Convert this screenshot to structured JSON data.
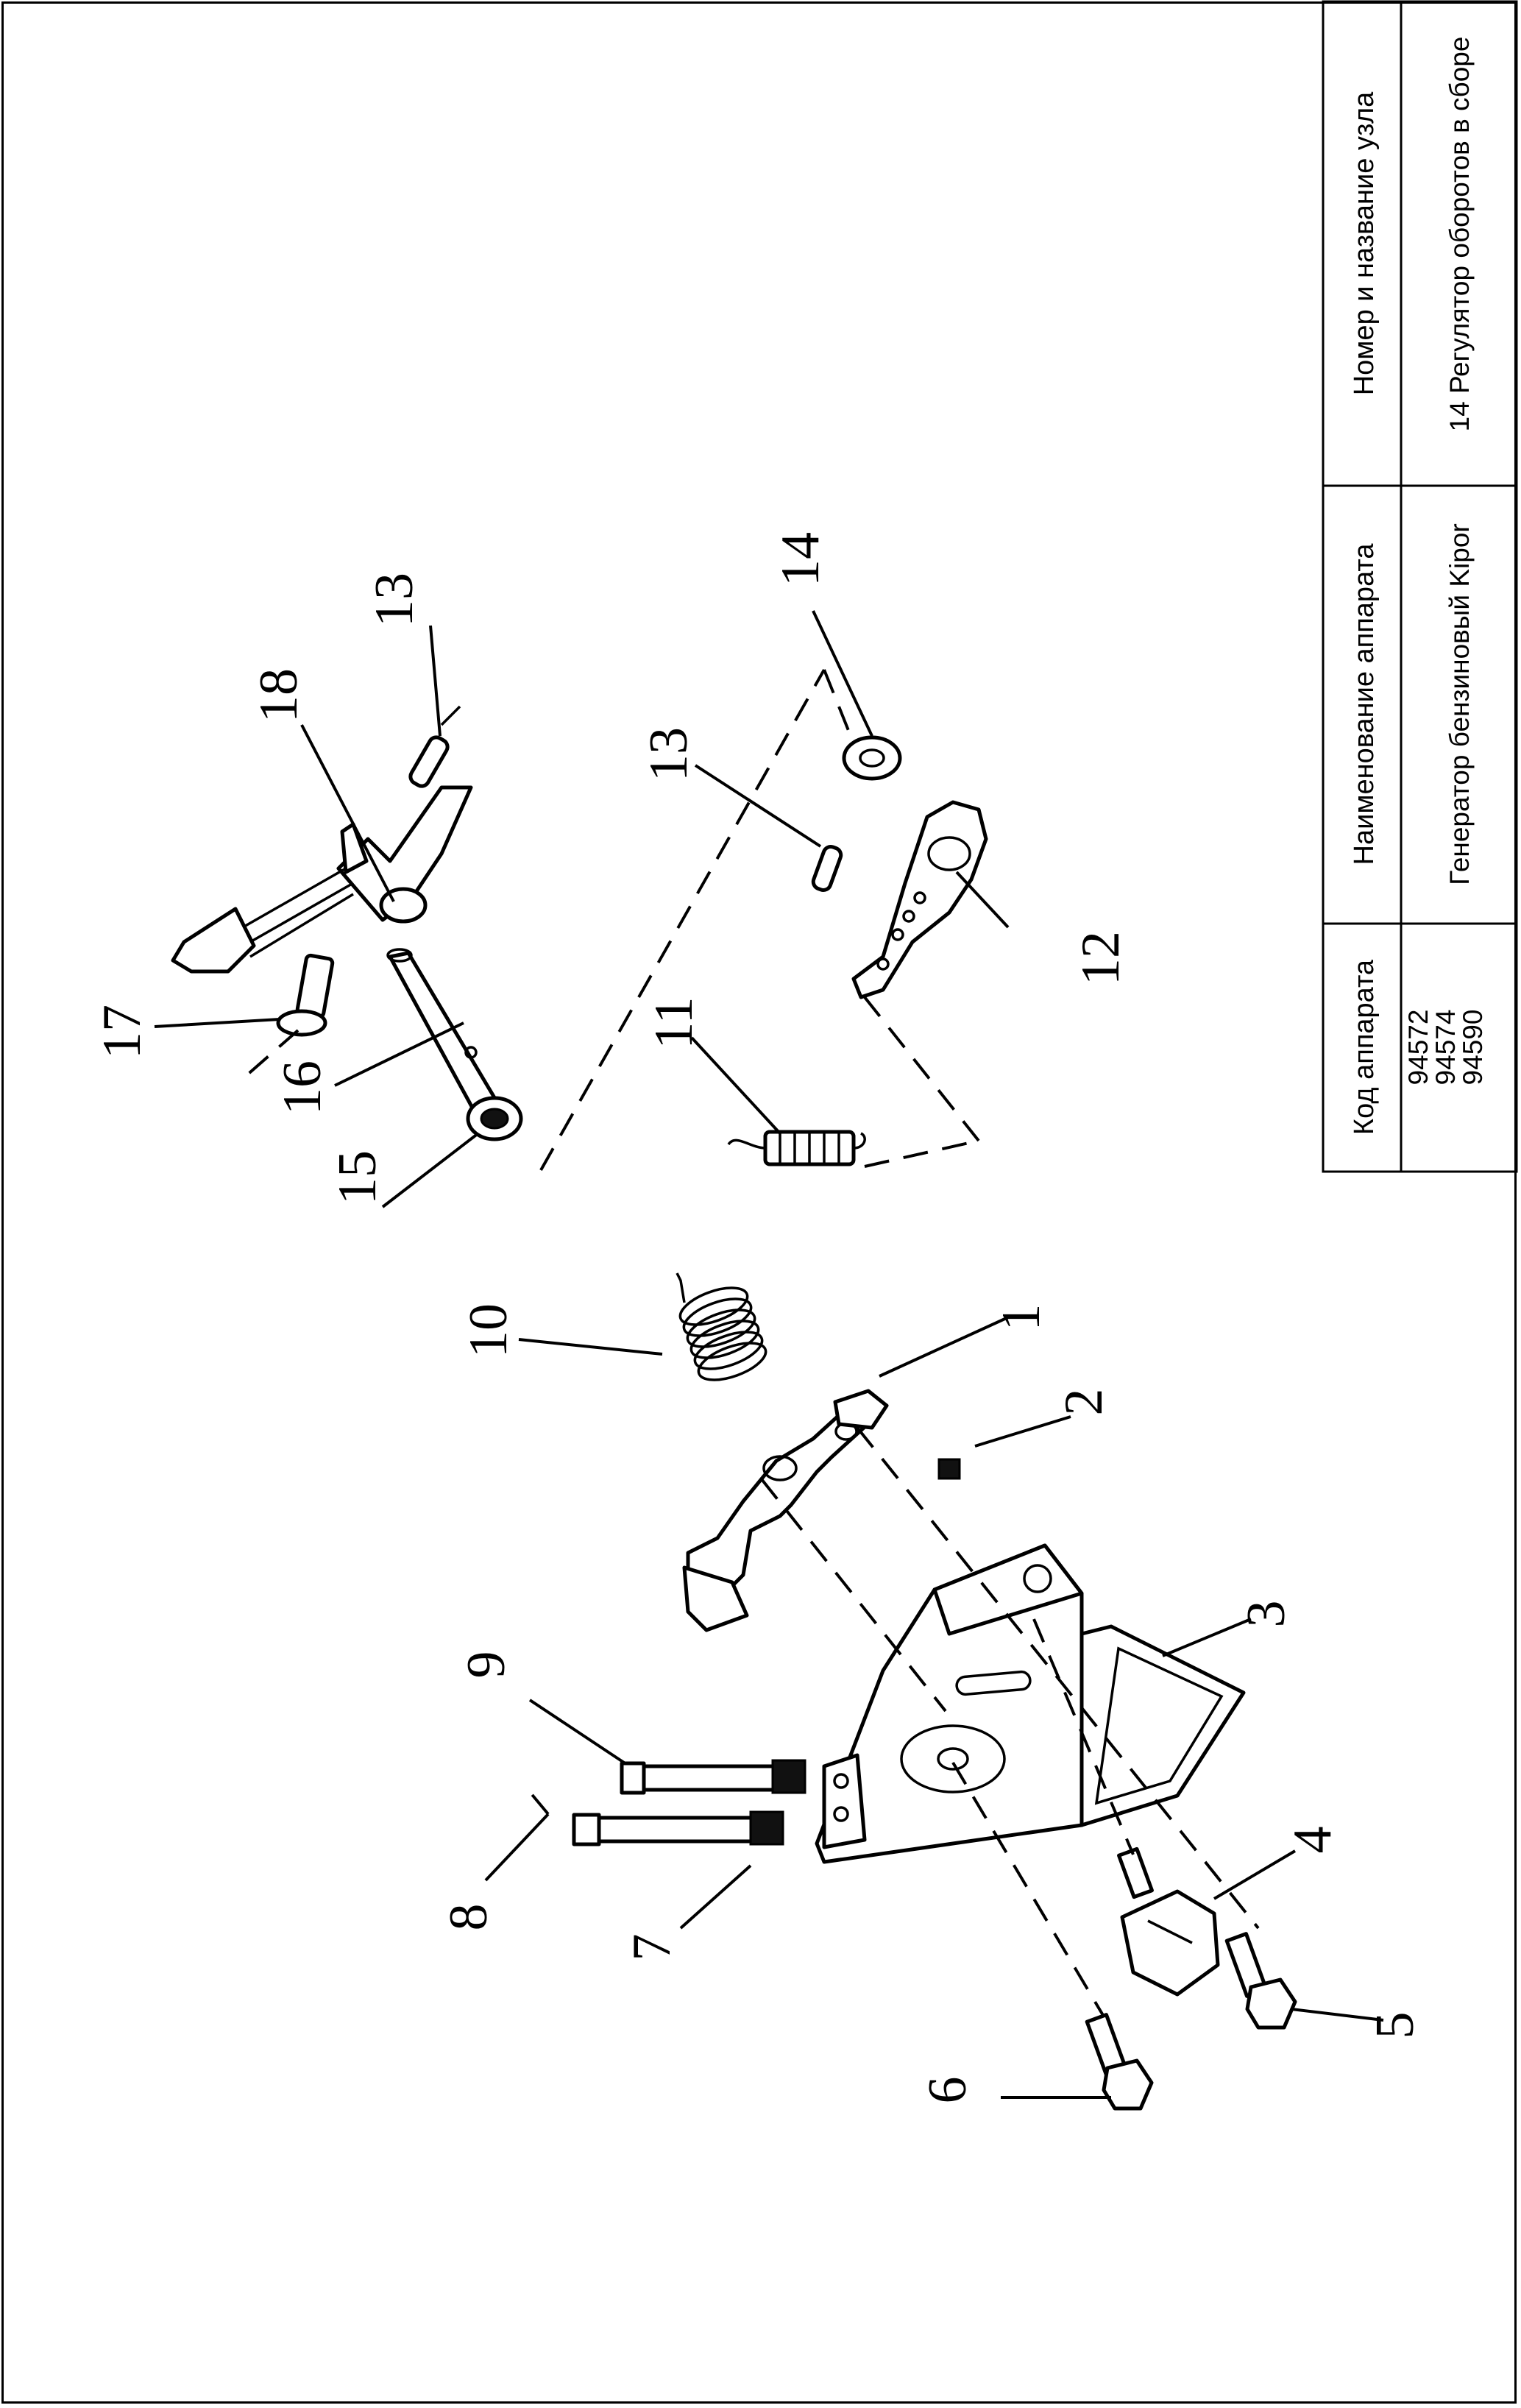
{
  "table": {
    "col_code": {
      "header": "Код аппарата",
      "values": [
        "94572",
        "94574",
        "94590"
      ]
    },
    "col_device": {
      "header": "Наименование аппарата",
      "value": "Генератор бензиновый Kipor"
    },
    "col_assembly": {
      "header": "Номер и название узла",
      "value": "14 Регулятор оборотов в сборе"
    }
  },
  "callouts": [
    "1",
    "2",
    "3",
    "4",
    "5",
    "6",
    "7",
    "8",
    "9",
    "10",
    "11",
    "12",
    "13",
    "13",
    "14",
    "15",
    "16",
    "17",
    "18"
  ]
}
